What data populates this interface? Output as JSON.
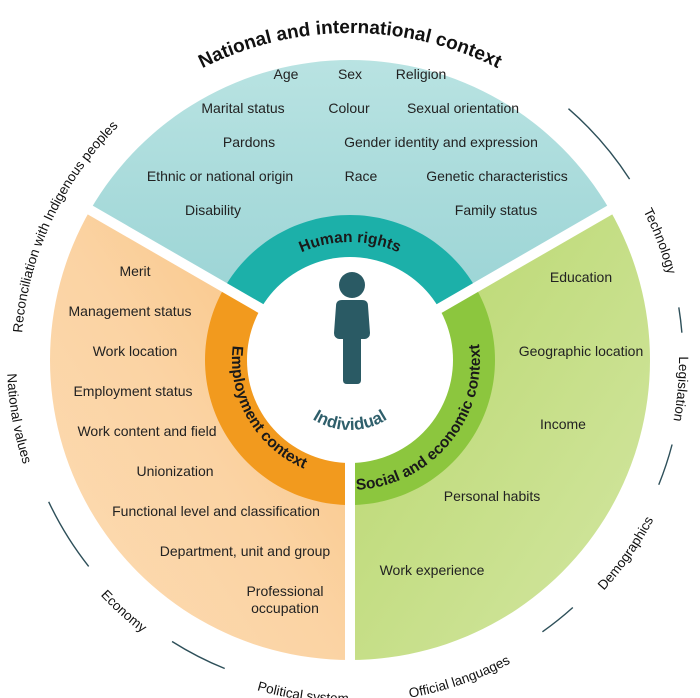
{
  "outer_ring": {
    "title": "National and international context",
    "labels": [
      "Technology",
      "Legislation",
      "Demographics",
      "Official languages",
      "Political system",
      "Economy",
      "National values",
      "Reconciliation with Indigenous peoples"
    ]
  },
  "sectors": {
    "human_rights": {
      "label": "Human rights",
      "color_outer": "#a8dcdc",
      "color_band": "#17b0a8",
      "items": [
        "Age",
        "Sex",
        "Religion",
        "Marital status",
        "Colour",
        "Sexual orientation",
        "Pardons",
        "Gender identity and expression",
        "Ethnic or national origin",
        "Race",
        "Genetic characteristics",
        "Disability",
        "Family status"
      ]
    },
    "employment": {
      "label": "Employment context",
      "color_outer": "#fbcf99",
      "color_band": "#f29a1e",
      "items": [
        "Merit",
        "Management status",
        "Work location",
        "Employment status",
        "Work content and field",
        "Unionization",
        "Functional level and classification",
        "Department, unit and group",
        "Professional",
        "occupation"
      ]
    },
    "social_economic": {
      "label": "Social and economic context",
      "color_outer": "#c4dc84",
      "color_band": "#8cc63e",
      "items": [
        "Education",
        "Geographic location",
        "Income",
        "Personal habits",
        "Work experience"
      ]
    }
  },
  "center": {
    "label": "Individual",
    "icon": "person-icon",
    "icon_color": "#2a5a64"
  }
}
